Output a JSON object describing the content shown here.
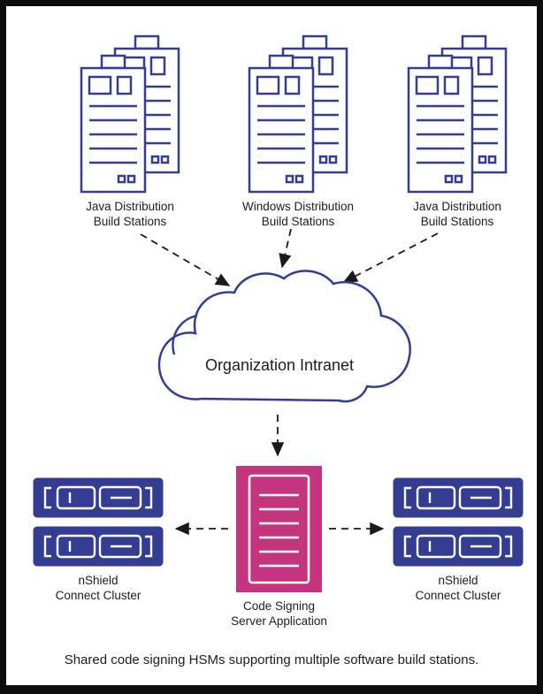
{
  "colors": {
    "navy": "#333e92",
    "pink": "#c5357f",
    "arrow": "#1a1a1a",
    "frame": "#0d0d0d"
  },
  "build_stations": [
    {
      "line1": "Java Distribution",
      "line2": "Build Stations"
    },
    {
      "line1": "Windows Distribution",
      "line2": "Build Stations"
    },
    {
      "line1": "Java Distribution",
      "line2": "Build Stations"
    }
  ],
  "cloud": {
    "label": "Organization Intranet"
  },
  "server": {
    "line1": "Code Signing",
    "line2": "Server Application"
  },
  "clusters": [
    {
      "line1": "nShield",
      "line2": "Connect Cluster"
    },
    {
      "line1": "nShield",
      "line2": "Connect Cluster"
    }
  ],
  "caption": "Shared code signing HSMs supporting multiple software build stations.",
  "icons": {
    "build_station": "tower-servers-icon",
    "cloud": "cloud-icon",
    "server": "server-rack-icon",
    "hsm": "hsm-appliance-icon"
  }
}
